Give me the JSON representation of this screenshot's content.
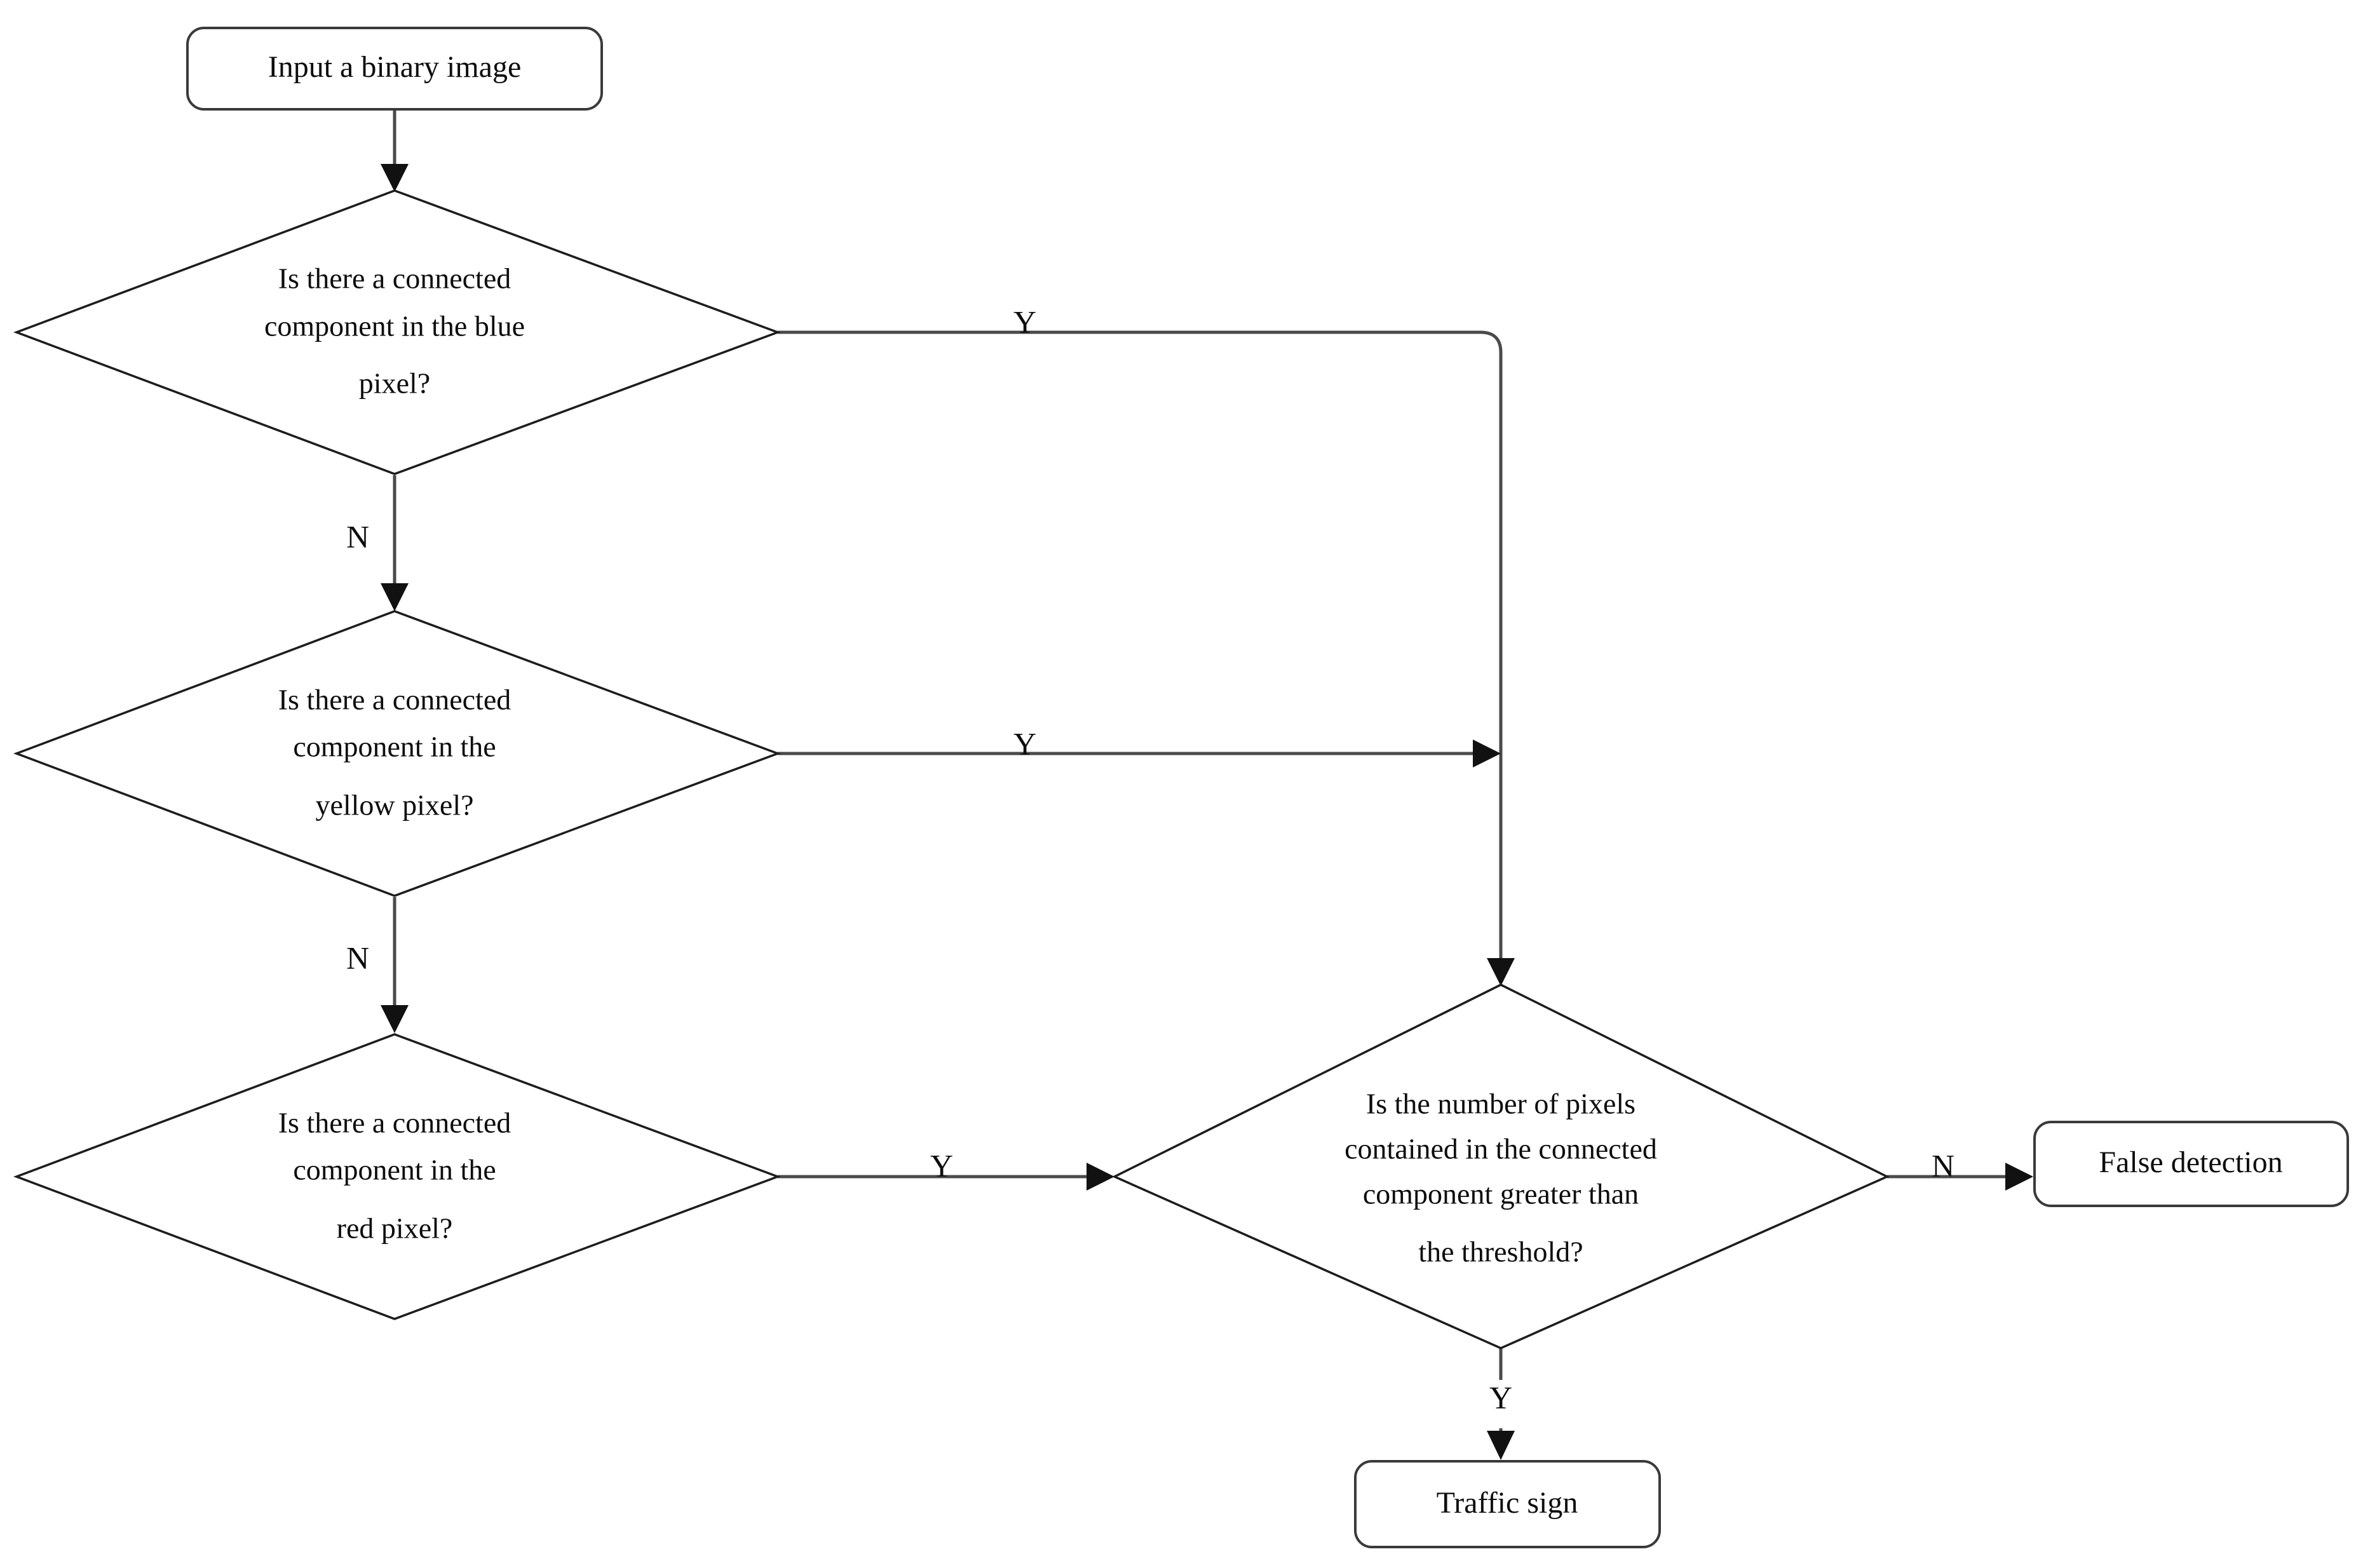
{
  "diagram": {
    "type": "flowchart",
    "title": "Traffic sign detection flowchart",
    "background_color": "#ffffff",
    "node_border_color": "#1d1d1d",
    "edge_color": "#4a4a4a",
    "text_color": "#0d0d0d"
  },
  "nodes": {
    "input": {
      "shape": "rounded-rectangle",
      "label": "Input a binary image"
    },
    "blue_decision": {
      "shape": "diamond",
      "line1": "Is there a connected",
      "line2": "component in the blue",
      "line3": "pixel?"
    },
    "yellow_decision": {
      "shape": "diamond",
      "line1": "Is there a connected",
      "line2": "component in the",
      "line3": "yellow pixel?"
    },
    "red_decision": {
      "shape": "diamond",
      "line1": "Is there a connected",
      "line2": "component in the",
      "line3": "red pixel?"
    },
    "threshold_decision": {
      "shape": "diamond",
      "line1": "Is the number of pixels",
      "line2": "contained in the connected",
      "line3": "component greater than",
      "line4": "the threshold?"
    },
    "false_detection": {
      "shape": "rounded-rectangle",
      "label": "False detection"
    },
    "traffic_sign": {
      "shape": "rounded-rectangle",
      "label": "Traffic sign"
    }
  },
  "edges": {
    "input_to_blue": {
      "label": ""
    },
    "blue_yes": {
      "label": "Y"
    },
    "blue_no": {
      "label": "N"
    },
    "yellow_yes": {
      "label": "Y"
    },
    "yellow_no": {
      "label": "N"
    },
    "red_yes": {
      "label": "Y"
    },
    "threshold_no": {
      "label": "N"
    },
    "threshold_yes": {
      "label": "Y"
    }
  }
}
